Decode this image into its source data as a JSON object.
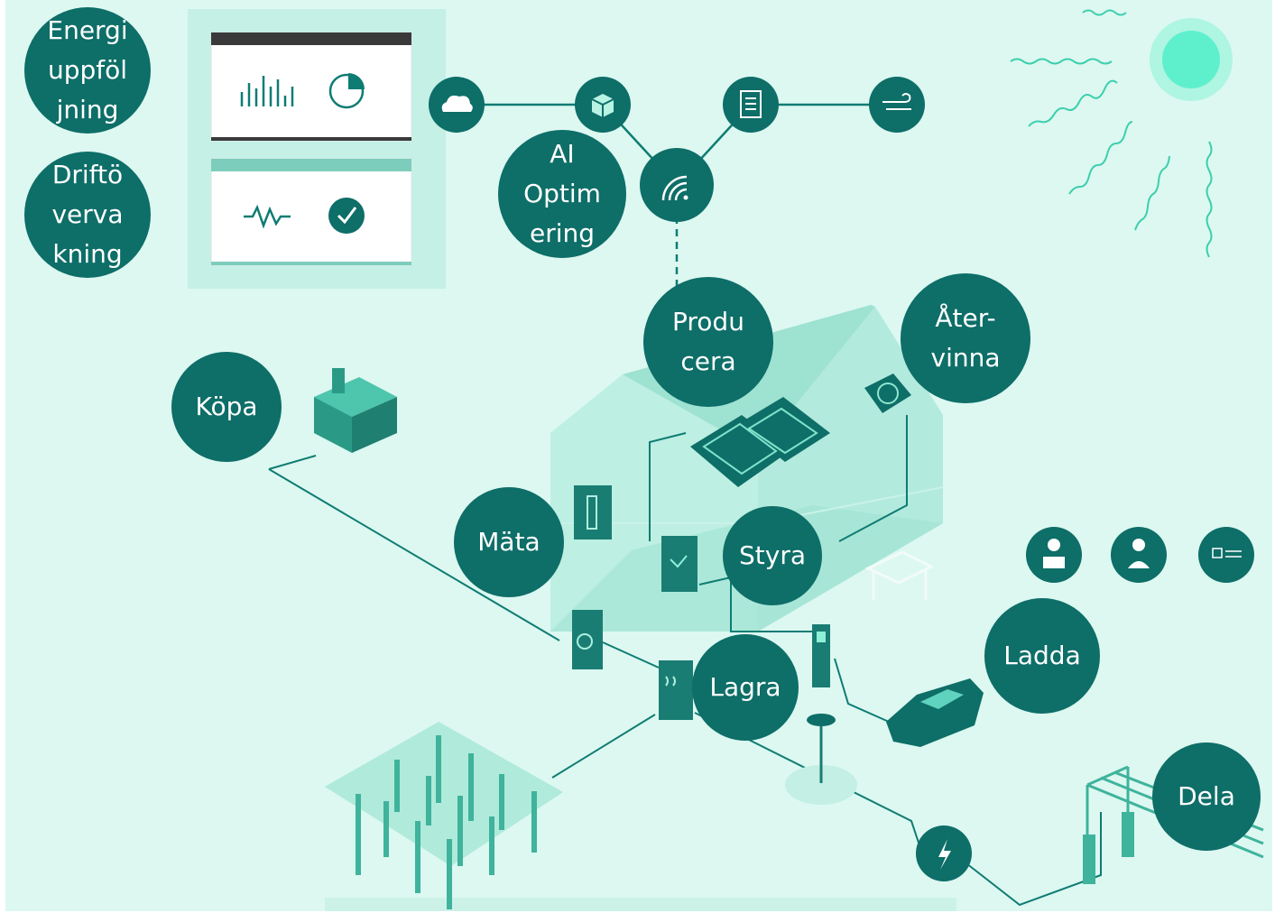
{
  "colors": {
    "background": "#dcf8f1",
    "bubble": "#0e6e68",
    "bubble_text": "#ffffff",
    "icon_node": "#0e6e68",
    "line": "#0f7c73",
    "house_glass": "#b5ece0",
    "accent": "#1fb89e",
    "sun": "#5ef0cc"
  },
  "labels": {
    "energi": "Energi\nuppföl\njning",
    "drift": "Driftö\nverva\nkning",
    "ai": "AI\nOptim\nering",
    "producera": "Produ\ncera",
    "atervinna": "Åter-\nvinna",
    "kopa": "Köpa",
    "mata": "Mäta",
    "styra": "Styra",
    "ladda": "Ladda",
    "lagra": "Lagra",
    "dela": "Dela"
  },
  "icons": {
    "network": [
      "cloud-icon",
      "cube-icon",
      "wifi-icon",
      "document-icon",
      "wind-icon"
    ],
    "dashboard": [
      "bar-chart-icon",
      "pie-chart-icon",
      "pulse-icon",
      "check-icon"
    ],
    "people": [
      "worker-laptop-icon",
      "worker-wrench-icon",
      "checklist-icon"
    ],
    "grid": "lightning-icon"
  }
}
